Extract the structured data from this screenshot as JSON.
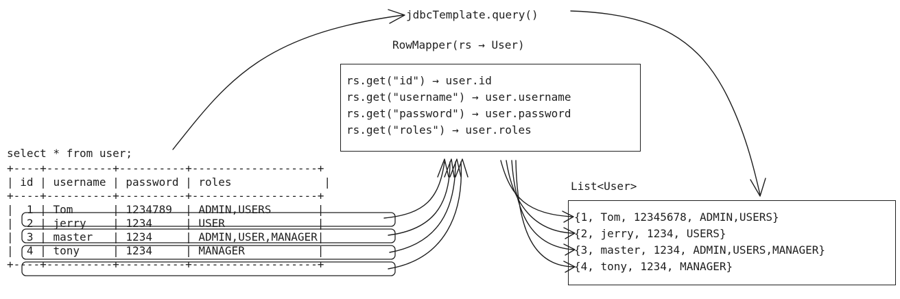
{
  "title": "jdbcTemplate.query()",
  "rowmapper_label": "RowMapper(rs → User)",
  "mapping_lines": [
    "rs.get(\"id\") → user.id",
    "rs.get(\"username\") → user.username",
    "rs.get(\"password\") → user.password",
    "rs.get(\"roles\") → user.roles"
  ],
  "sql": "select * from user;",
  "table": {
    "headers": [
      "id",
      "username",
      "password",
      "roles"
    ],
    "rows": [
      [
        "1",
        "Tom",
        "1234789",
        "ADMIN,USERS"
      ],
      [
        "2",
        "jerry",
        "1234",
        "USER"
      ],
      [
        "3",
        "master",
        "1234",
        "ADMIN,USER,MANAGER"
      ],
      [
        "4",
        "tony",
        "1234",
        "MANAGER"
      ]
    ]
  },
  "result_label": "List<User>",
  "result_lines": [
    "{1, Tom, 12345678, ADMIN,USERS}",
    "{2, jerry, 1234, USERS}",
    "{3, master, 1234, ADMIN,USERS,MANAGER}",
    "{4, tony, 1234, MANAGER}"
  ]
}
